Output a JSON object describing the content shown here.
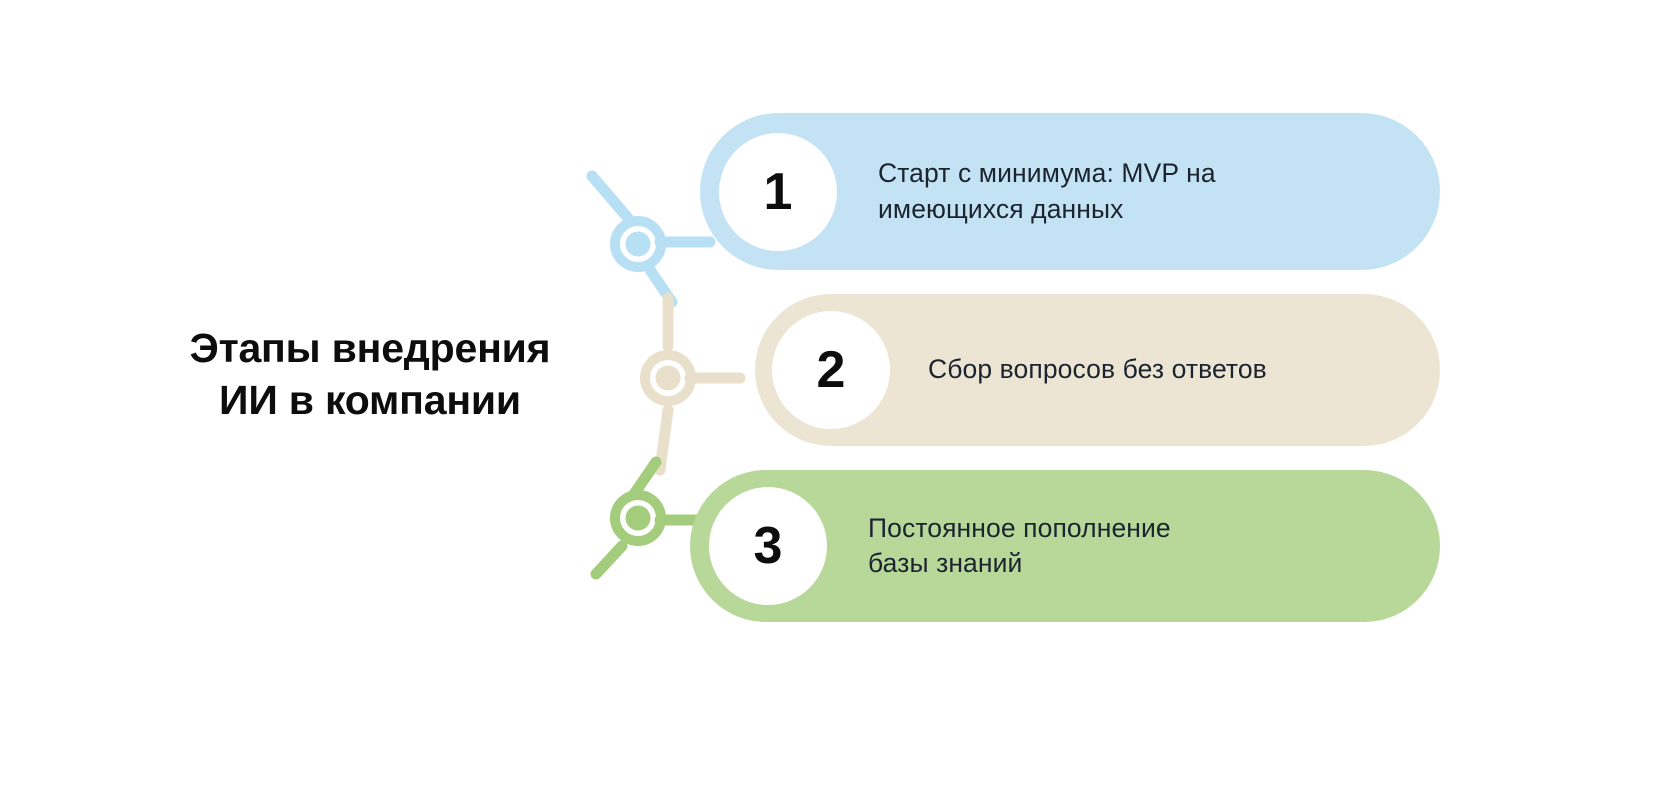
{
  "title": {
    "line1": "Этапы внедрения",
    "line2": "ИИ в компании"
  },
  "steps": [
    {
      "number": "1",
      "text": "Старт с минимума: MVP на\nимеющихся данных",
      "color": "#c3e3f4",
      "node_color": "#b8e0f5",
      "badge_bg": "#ffffff"
    },
    {
      "number": "2",
      "text": "Сбор вопросов без ответов",
      "color": "#ece5d4",
      "node_color": "#e8e0cb",
      "badge_bg": "#ffffff"
    },
    {
      "number": "3",
      "text": "Постоянное пополнение\nбазы знаний",
      "color": "#b7d898",
      "node_color": "#a3cd7c",
      "badge_bg": "#ffffff"
    }
  ],
  "theme": {
    "background": "#ffffff",
    "title_color": "#0d0d0d",
    "body_text_color": "#1c2430"
  }
}
